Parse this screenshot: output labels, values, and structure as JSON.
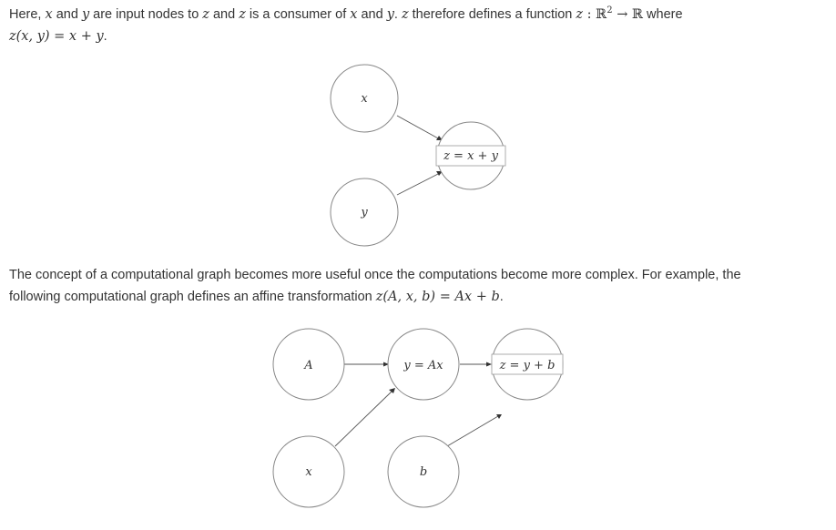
{
  "paragraph1": {
    "t1": "Here, ",
    "x1": "x",
    "t2": " and ",
    "y1": "y",
    "t3": " are input nodes to ",
    "z1": "z",
    "t4": " and ",
    "z2": "z",
    "t5": " is a consumer of ",
    "x2": "x",
    "t6": " and ",
    "y2": "y",
    "t7": ". ",
    "z3": "z",
    "t8": " therefore defines a function ",
    "z4": "z",
    "colon": " : ",
    "R1": "ℝ",
    "sup": "2",
    "arrow": " → ",
    "R2": "ℝ",
    "t9": " where",
    "formula": "z(x, y) = x + y",
    "period": "."
  },
  "paragraph2": {
    "line1": "The concept of a computational graph becomes more useful once the computations become more complex. For example, the",
    "line2": "following computational graph defines an affine transformation ",
    "formula": "z(A, x, b) = Ax + b",
    "period": "."
  },
  "graph1": {
    "node_x": "x",
    "node_y": "y",
    "node_z": "z = x + y"
  },
  "graph2": {
    "node_A": "A",
    "node_x": "x",
    "node_y": "y = Ax",
    "node_b": "b",
    "node_z": "z = y + b"
  }
}
